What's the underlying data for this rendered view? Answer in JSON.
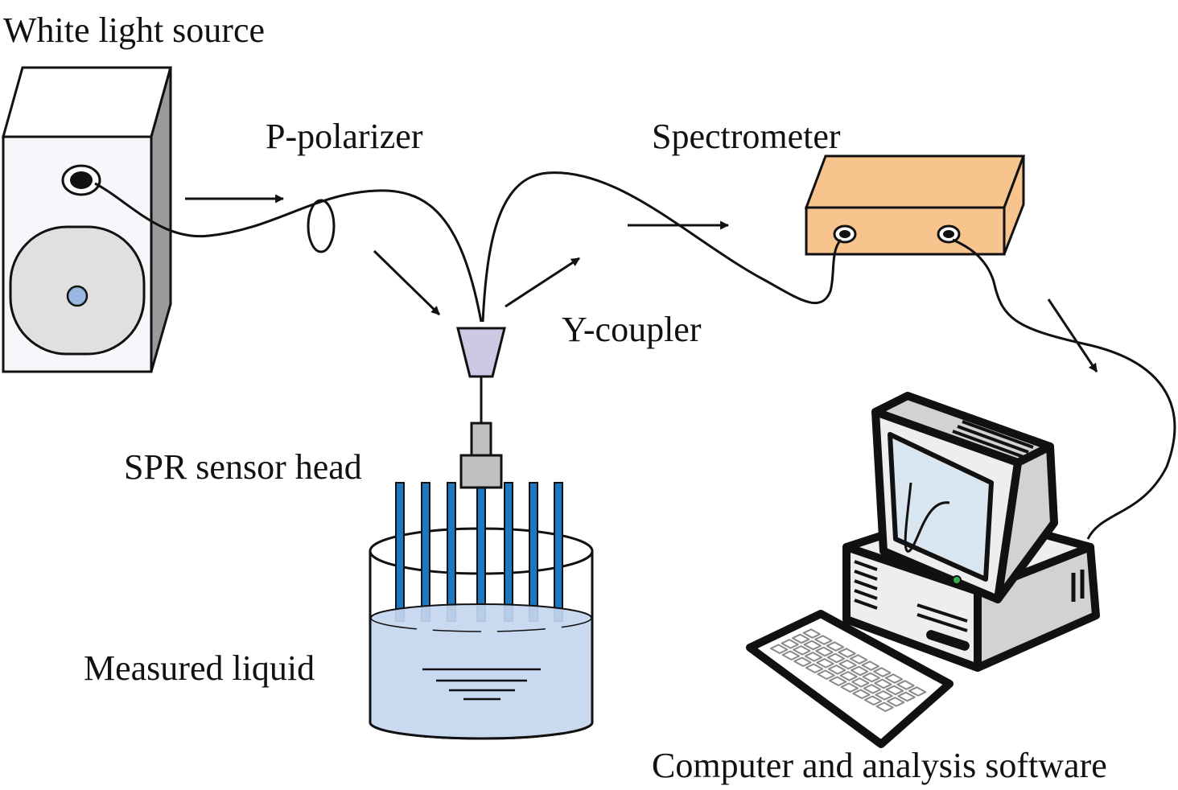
{
  "labels": {
    "white_light_source": "White light source",
    "p_polarizer": "P-polarizer",
    "spectrometer": "Spectrometer",
    "y_coupler": "Y-coupler",
    "spr_sensor_head": "SPR sensor head",
    "measured_liquid": "Measured liquid",
    "computer": "Computer and analysis software"
  },
  "colors": {
    "outline": "#111111",
    "source_face": "#f6f7fb",
    "source_side": "#9a9a9a",
    "source_top": "#ffffff",
    "source_disc": "#e0e0e0",
    "source_dot": "#9bb6e0",
    "spectrometer_body": "#f8c48e",
    "coupler": "#cfc8e4",
    "sensor_head": "#c0c0c0",
    "liquid": "#c4d6ee",
    "electrodes": "#1e78c0",
    "computer_light": "#eeeeee",
    "computer_mid": "#d2d2d2",
    "computer_screen": "#d8e6f2",
    "power_led": "#35b050"
  },
  "icons": {
    "light_source": "light-source-box-icon",
    "polarizer": "polarizer-loop-icon",
    "coupler": "y-coupler-icon",
    "spectrometer": "spectrometer-box-icon",
    "sensor_head": "sensor-head-icon",
    "beaker": "beaker-icon",
    "computer": "desktop-computer-icon",
    "keyboard": "keyboard-icon"
  }
}
